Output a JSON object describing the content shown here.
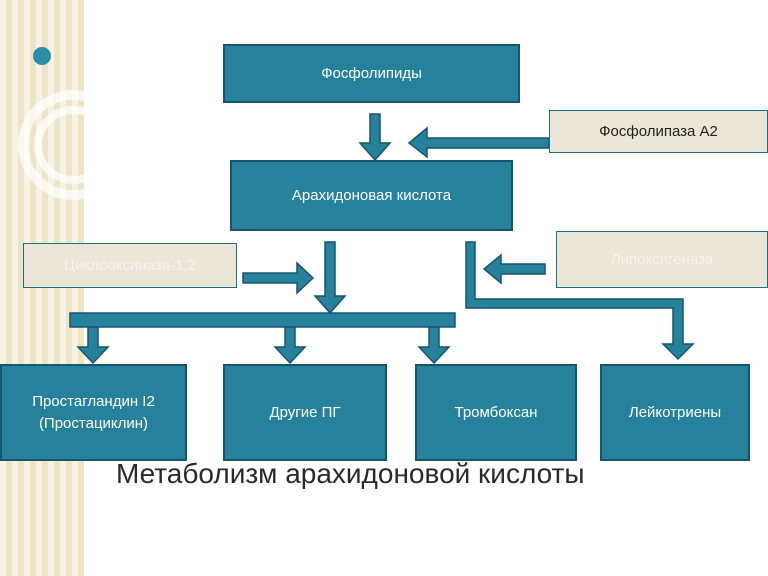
{
  "title": "Метаболизм арахидоновой кислоты",
  "nodes": {
    "phospholipids": "Фосфолипиды",
    "phospholipase": "Фосфолипаза А2",
    "arachidonic_acid": "Арахидоновая кислота",
    "cyclooxygenase": "Циклооксиназа-1,2",
    "lipoxygenase": "Липоксигеназа",
    "prostaglandin_i2": "Простагландин I2 (Простациклин)",
    "other_pg": "Другие ПГ",
    "thromboxane": "Тромбоксан",
    "leukotrienes": "Лейкотриены"
  },
  "colors": {
    "accent": "#26819c",
    "box_border": "#16566b",
    "enzyme_fill": "#ece6d8",
    "sidebar": "#f3ecd2"
  }
}
